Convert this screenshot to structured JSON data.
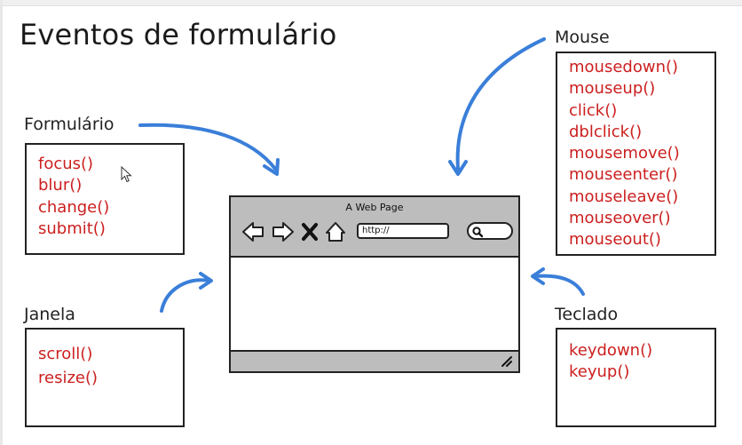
{
  "title": "Eventos de formulário",
  "groups": {
    "formulario": {
      "label": "Formulário",
      "events": [
        "focus()",
        "blur()",
        "change()",
        "submit()"
      ]
    },
    "janela": {
      "label": "Janela",
      "events": [
        "scroll()",
        "resize()"
      ]
    },
    "mouse": {
      "label": "Mouse",
      "events": [
        "mousedown()",
        "mouseup()",
        "click()",
        "dblclick()",
        "mousemove()",
        "mouseenter()",
        "mouseleave()",
        "mouseover()",
        "mouseout()"
      ]
    },
    "teclado": {
      "label": "Teclado",
      "events": [
        "keydown()",
        "keyup()"
      ]
    }
  },
  "browser": {
    "page_title": "A Web Page",
    "address": "http://"
  },
  "colors": {
    "event_text": "#cc1f1f",
    "arrow": "#3a7fd9",
    "browser_chrome": "#bdbdbd"
  },
  "icons": [
    "back-arrow-icon",
    "forward-arrow-icon",
    "close-icon",
    "home-icon",
    "search-icon",
    "resize-grip-icon",
    "mouse-pointer-icon"
  ]
}
